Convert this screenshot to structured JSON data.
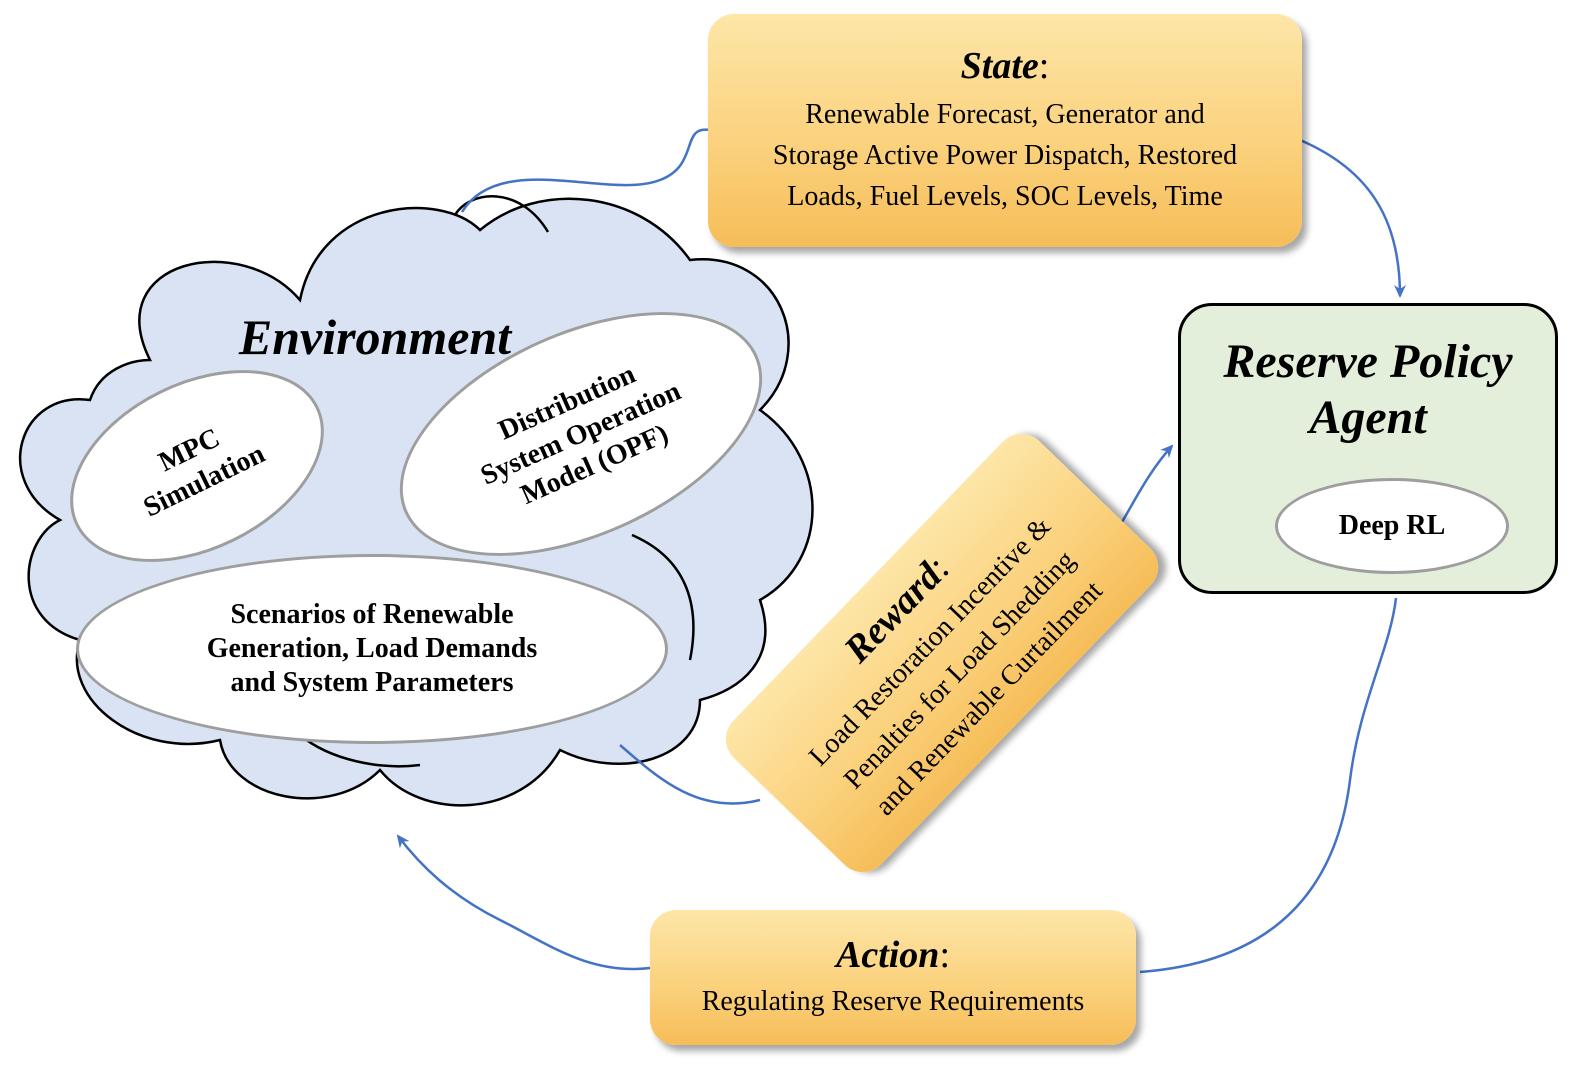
{
  "environment": {
    "title": "Environment",
    "mpc": [
      "MPC",
      "Simulation"
    ],
    "opf": [
      "Distribution",
      "System Operation",
      "Model (OPF)"
    ],
    "scenarios": [
      "Scenarios of Renewable",
      "Generation, Load Demands",
      "and System Parameters"
    ]
  },
  "state": {
    "title": "State",
    "colon": ":",
    "lines": [
      "Renewable Forecast, Generator and",
      "Storage Active Power Dispatch, Restored",
      "Loads, Fuel Levels, SOC Levels, Time"
    ]
  },
  "agent": {
    "title_lines": [
      "Reserve Policy",
      "Agent"
    ],
    "inner": "Deep RL"
  },
  "reward": {
    "title": "Reward",
    "colon": ":",
    "lines": [
      "Load Restoration Incentive &",
      "Penalties for Load Shedding",
      "and Renewable Curtailment"
    ]
  },
  "action": {
    "title": "Action",
    "colon": ":",
    "lines": [
      "Regulating Reserve Requirements"
    ]
  },
  "colors": {
    "box_fill": "#fbd27e",
    "cloud_fill": "#d9e3f3",
    "agent_fill": "#e3efda",
    "arrow": "#4472c4",
    "oval_border": "#9e9e9e"
  }
}
